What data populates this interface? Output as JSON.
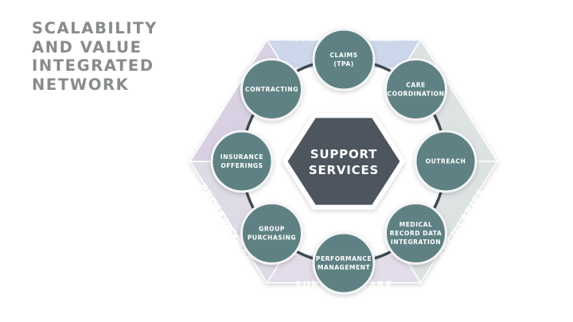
{
  "title_lines": [
    "SCALABILITY",
    "AND VALUE",
    "INTEGRATED",
    "NETWORK"
  ],
  "center": {
    "lines": [
      "SUPPORT",
      "SERVICES"
    ]
  },
  "outer_labels": [
    {
      "text": "SPECIALTY CARE",
      "name": "label-specialty-care"
    },
    {
      "text": "PRIMARY CARE",
      "name": "label-primary-care"
    },
    {
      "text": "ANCILLARIES",
      "name": "label-ancillaries"
    },
    {
      "text": "SURGICAL CARE",
      "name": "label-surgical-care"
    },
    {
      "text": "POST ACUTE",
      "name": "label-post-acute"
    },
    {
      "text": "PHARMACY",
      "name": "label-pharmacy"
    }
  ],
  "services": [
    {
      "lines": [
        "CLAIMS",
        "(TPA)"
      ],
      "name": "service-claims-tpa"
    },
    {
      "lines": [
        "CARE",
        "COORDINATION"
      ],
      "name": "service-care-coordination"
    },
    {
      "lines": [
        "OUTREACH"
      ],
      "name": "service-outreach"
    },
    {
      "lines": [
        "MEDICAL",
        "RECORD DATA",
        "INTEGRATION"
      ],
      "name": "service-medical-record-data-integration"
    },
    {
      "lines": [
        "PERFORMANCE",
        "MANAGEMENT"
      ],
      "name": "service-performance-management"
    },
    {
      "lines": [
        "GROUP",
        "PURCHASING"
      ],
      "name": "service-group-purchasing"
    },
    {
      "lines": [
        "INSURANCE",
        "OFFERINGS"
      ],
      "name": "service-insurance-offerings"
    },
    {
      "lines": [
        "CONTRACTING"
      ],
      "name": "service-contracting"
    }
  ],
  "colors": {
    "title": "#878c88",
    "segment_top": "#cdd7ec",
    "segment_upper_right": "#dde2e3",
    "segment_lower_right": "#dde2e3",
    "segment_bottom": "#e3dcea",
    "segment_lower_left": "#dfdbe6",
    "segment_upper_left": "#d9d1e3",
    "band_label": "#ffffff",
    "ring": "#3f4a52",
    "circle": "#5e8184",
    "circle_edge": "#f3f5f5",
    "center_fill": "#4d575e",
    "center_edge": "#ffffff"
  }
}
